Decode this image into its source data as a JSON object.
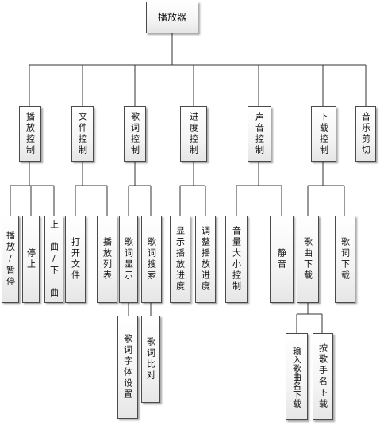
{
  "root": "播放器",
  "modules": {
    "play_control": "播放控制",
    "file_control": "文件控制",
    "lyrics_control": "歌词控制",
    "progress_control": "进度控制",
    "sound_control": "声音控制",
    "download_control": "下载控制",
    "music_clip": "音乐剪切"
  },
  "leaves": {
    "play_pause": "播放/暂停",
    "stop": "停止",
    "prev_next": "上一曲/下一曲",
    "open_file": "打开文件",
    "playlist": "播放列表",
    "lyrics_display": "歌词显示",
    "lyrics_search": "歌词搜索",
    "lyrics_font_settings": "歌词字体设置",
    "lyrics_compare": "歌词比对",
    "show_progress": "显示播放进度",
    "adjust_progress": "调整播放进度",
    "volume_control": "音量大小控制",
    "mute": "静音",
    "song_download": "歌曲下载",
    "lyrics_download": "歌词下载",
    "by_song_name": "输入歌曲名下载",
    "by_singer_name": "按歌手名下载"
  }
}
